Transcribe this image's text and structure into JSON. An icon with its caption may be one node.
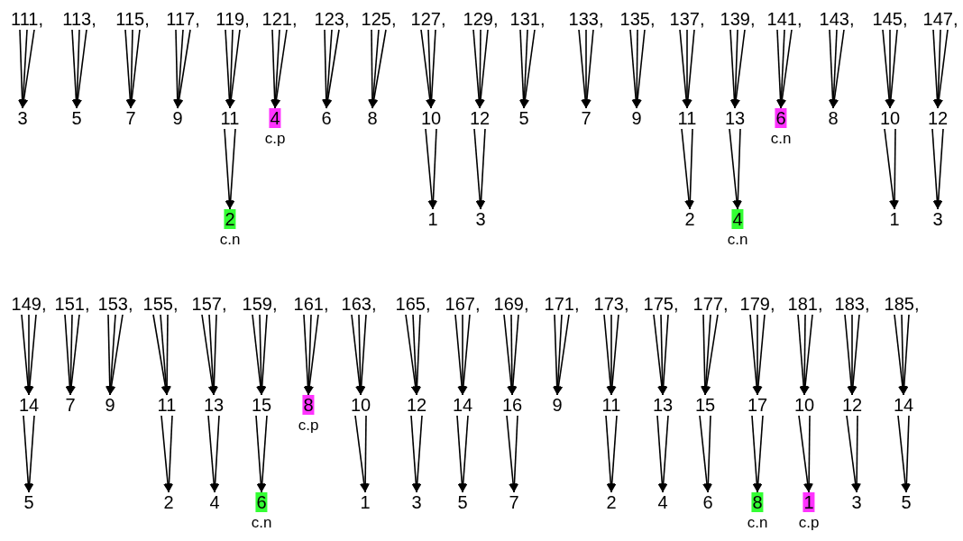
{
  "diagram": {
    "nodes": [
      {
        "text": [
          "111,"
        ]
      },
      {
        "text": [
          "113,"
        ]
      },
      {
        "text": [
          "115,"
        ]
      },
      {
        "text": [
          "117,"
        ]
      },
      {
        "text": [
          "119,"
        ]
      },
      {
        "text": [
          "121,"
        ]
      },
      {
        "text": [
          "123,"
        ]
      },
      {
        "text": [
          "125,"
        ]
      },
      {
        "text": [
          "127,"
        ]
      },
      {
        "text": [
          "129,"
        ]
      },
      {
        "text": [
          "131,"
        ]
      },
      {
        "text": [
          "133,"
        ]
      },
      {
        "text": [
          "135,"
        ]
      },
      {
        "text": [
          "137,"
        ]
      },
      {
        "text": [
          "139,"
        ]
      },
      {
        "text": [
          "141,"
        ]
      },
      {
        "text": [
          "143,"
        ]
      },
      {
        "text": [
          "145,"
        ]
      },
      {
        "text": [
          "147,"
        ]
      },
      {
        "text": [
          "3"
        ]
      },
      {
        "text": [
          "5"
        ]
      },
      {
        "text": [
          "7"
        ]
      },
      {
        "text": [
          "9"
        ]
      },
      {
        "text": [
          "11"
        ]
      },
      {
        "text": [
          "4"
        ],
        "beside": [
          "c.p"
        ]
      },
      {
        "text": [
          "6"
        ]
      },
      {
        "text": [
          "8"
        ]
      },
      {
        "text": [
          "10"
        ]
      },
      {
        "text": [
          "12"
        ]
      },
      {
        "text": [
          "5"
        ]
      },
      {
        "text": [
          "7"
        ]
      },
      {
        "text": [
          "9"
        ]
      },
      {
        "text": [
          "11"
        ]
      },
      {
        "text": [
          "13"
        ]
      },
      {
        "text": [
          "6"
        ],
        "beside": [
          "c.n"
        ]
      },
      {
        "text": [
          "8"
        ]
      },
      {
        "text": [
          "10"
        ]
      },
      {
        "text": [
          "12"
        ]
      },
      {
        "text": [
          "2"
        ],
        "beside": [
          "c.n"
        ]
      },
      {
        "text": [
          "1"
        ]
      },
      {
        "text": [
          "3"
        ]
      },
      {
        "text": [
          "2"
        ]
      },
      {
        "text": [
          "4"
        ],
        "beside": [
          "c.n"
        ]
      },
      {
        "text": [
          "1"
        ]
      },
      {
        "text": [
          "3"
        ]
      },
      {
        "text": [
          "149,"
        ]
      },
      {
        "text": [
          "151,"
        ]
      },
      {
        "text": [
          "153,"
        ]
      },
      {
        "text": [
          "155,"
        ]
      },
      {
        "text": [
          "157,"
        ]
      },
      {
        "text": [
          "159,"
        ]
      },
      {
        "text": [
          "161,"
        ]
      },
      {
        "text": [
          "163,"
        ]
      },
      {
        "text": [
          "165,"
        ]
      },
      {
        "text": [
          "167,"
        ]
      },
      {
        "text": [
          "169,"
        ]
      },
      {
        "text": [
          "171,"
        ]
      },
      {
        "text": [
          "173,"
        ]
      },
      {
        "text": [
          "175,"
        ]
      },
      {
        "text": [
          "177,"
        ]
      },
      {
        "text": [
          "179,"
        ]
      },
      {
        "text": [
          "181,"
        ]
      },
      {
        "text": [
          "183,"
        ]
      },
      {
        "text": [
          "185,"
        ]
      },
      {
        "text": [
          "14"
        ]
      },
      {
        "text": [
          "7"
        ]
      },
      {
        "text": [
          "9"
        ]
      },
      {
        "text": [
          "11"
        ]
      },
      {
        "text": [
          "13"
        ]
      },
      {
        "text": [
          "15"
        ]
      },
      {
        "text": [
          "8"
        ],
        "beside": [
          "c.p"
        ]
      },
      {
        "text": [
          "10"
        ]
      },
      {
        "text": [
          "12"
        ]
      },
      {
        "text": [
          "14"
        ]
      },
      {
        "text": [
          "16"
        ]
      },
      {
        "text": [
          "9"
        ]
      },
      {
        "text": [
          "11"
        ]
      },
      {
        "text": [
          "13"
        ]
      },
      {
        "text": [
          "15"
        ]
      },
      {
        "text": [
          "17"
        ]
      },
      {
        "text": [
          "10"
        ]
      },
      {
        "text": [
          "12"
        ]
      },
      {
        "text": [
          "14"
        ]
      },
      {
        "text": [
          "5"
        ]
      },
      {
        "text": [
          "2"
        ]
      },
      {
        "text": [
          "4"
        ]
      },
      {
        "text": [
          "6"
        ],
        "beside": [
          "c.n"
        ]
      },
      {
        "text": [
          "1"
        ]
      },
      {
        "text": [
          "3"
        ]
      },
      {
        "text": [
          "5"
        ]
      },
      {
        "text": [
          "7"
        ]
      },
      {
        "text": [
          "2"
        ]
      },
      {
        "text": [
          "4"
        ]
      },
      {
        "text": [
          "6"
        ]
      },
      {
        "text": [
          "8"
        ],
        "beside": [
          "c.n"
        ]
      },
      {
        "text": [
          "1"
        ],
        "beside": [
          "c.p"
        ]
      },
      {
        "text": [
          "3"
        ]
      },
      {
        "text": [
          "5"
        ]
      }
    ],
    "edges": [
      {
        "from": 0,
        "to": 19,
        "arrow": "to"
      },
      {
        "from": 0,
        "to": 19,
        "arrow": "to"
      },
      {
        "from": 0,
        "to": 19,
        "arrow": "to"
      },
      {
        "from": 1,
        "to": 20,
        "arrow": "to"
      },
      {
        "from": 1,
        "to": 20,
        "arrow": "to"
      },
      {
        "from": 1,
        "to": 20,
        "arrow": "to"
      },
      {
        "from": 2,
        "to": 21,
        "arrow": "to"
      },
      {
        "from": 2,
        "to": 21,
        "arrow": "to"
      },
      {
        "from": 2,
        "to": 21,
        "arrow": "to"
      },
      {
        "from": 3,
        "to": 22,
        "arrow": "to"
      },
      {
        "from": 3,
        "to": 22,
        "arrow": "to"
      },
      {
        "from": 3,
        "to": 22,
        "arrow": "to"
      },
      {
        "from": 4,
        "to": 23,
        "arrow": "to"
      },
      {
        "from": 4,
        "to": 23,
        "arrow": "to"
      },
      {
        "from": 4,
        "to": 23,
        "arrow": "to"
      },
      {
        "from": 5,
        "to": 24,
        "arrow": "to"
      },
      {
        "from": 5,
        "to": 24,
        "arrow": "to"
      },
      {
        "from": 5,
        "to": 24,
        "arrow": "to"
      },
      {
        "from": 6,
        "to": 25,
        "arrow": "to"
      },
      {
        "from": 6,
        "to": 25,
        "arrow": "to"
      },
      {
        "from": 6,
        "to": 25,
        "arrow": "to"
      },
      {
        "from": 7,
        "to": 26,
        "arrow": "to"
      },
      {
        "from": 7,
        "to": 26,
        "arrow": "to"
      },
      {
        "from": 7,
        "to": 26,
        "arrow": "to"
      },
      {
        "from": 8,
        "to": 27,
        "arrow": "to"
      },
      {
        "from": 8,
        "to": 27,
        "arrow": "to"
      },
      {
        "from": 8,
        "to": 27,
        "arrow": "to"
      },
      {
        "from": 9,
        "to": 28,
        "arrow": "to"
      },
      {
        "from": 9,
        "to": 28,
        "arrow": "to"
      },
      {
        "from": 9,
        "to": 28,
        "arrow": "to"
      },
      {
        "from": 10,
        "to": 29,
        "arrow": "to"
      },
      {
        "from": 10,
        "to": 29,
        "arrow": "to"
      },
      {
        "from": 10,
        "to": 29,
        "arrow": "to"
      },
      {
        "from": 11,
        "to": 30,
        "arrow": "to"
      },
      {
        "from": 11,
        "to": 30,
        "arrow": "to"
      },
      {
        "from": 11,
        "to": 30,
        "arrow": "to"
      },
      {
        "from": 12,
        "to": 31,
        "arrow": "to"
      },
      {
        "from": 12,
        "to": 31,
        "arrow": "to"
      },
      {
        "from": 12,
        "to": 31,
        "arrow": "to"
      },
      {
        "from": 13,
        "to": 32,
        "arrow": "to"
      },
      {
        "from": 13,
        "to": 32,
        "arrow": "to"
      },
      {
        "from": 13,
        "to": 32,
        "arrow": "to"
      },
      {
        "from": 14,
        "to": 33,
        "arrow": "to"
      },
      {
        "from": 14,
        "to": 33,
        "arrow": "to"
      },
      {
        "from": 14,
        "to": 33,
        "arrow": "to"
      },
      {
        "from": 15,
        "to": 34,
        "arrow": "to"
      },
      {
        "from": 15,
        "to": 34,
        "arrow": "to"
      },
      {
        "from": 15,
        "to": 34,
        "arrow": "to"
      },
      {
        "from": 16,
        "to": 35,
        "arrow": "to"
      },
      {
        "from": 16,
        "to": 35,
        "arrow": "to"
      },
      {
        "from": 16,
        "to": 35,
        "arrow": "to"
      },
      {
        "from": 17,
        "to": 36,
        "arrow": "to"
      },
      {
        "from": 17,
        "to": 36,
        "arrow": "to"
      },
      {
        "from": 17,
        "to": 36,
        "arrow": "to"
      },
      {
        "from": 18,
        "to": 37,
        "arrow": "to"
      },
      {
        "from": 18,
        "to": 37,
        "arrow": "to"
      },
      {
        "from": 18,
        "to": 37,
        "arrow": "to"
      },
      {
        "from": 23,
        "to": 38,
        "arrow": "to"
      },
      {
        "from": 23,
        "to": 38,
        "arrow": "to"
      },
      {
        "from": 27,
        "to": 39,
        "arrow": "to"
      },
      {
        "from": 27,
        "to": 39,
        "arrow": "to"
      },
      {
        "from": 28,
        "to": 40,
        "arrow": "to"
      },
      {
        "from": 28,
        "to": 40,
        "arrow": "to"
      },
      {
        "from": 32,
        "to": 41,
        "arrow": "to"
      },
      {
        "from": 32,
        "to": 41,
        "arrow": "to"
      },
      {
        "from": 33,
        "to": 42,
        "arrow": "to"
      },
      {
        "from": 33,
        "to": 42,
        "arrow": "to"
      },
      {
        "from": 36,
        "to": 43,
        "arrow": "to"
      },
      {
        "from": 36,
        "to": 43,
        "arrow": "to"
      },
      {
        "from": 37,
        "to": 44,
        "arrow": "to"
      },
      {
        "from": 37,
        "to": 44,
        "arrow": "to"
      },
      {
        "from": 45,
        "to": 64,
        "arrow": "to"
      },
      {
        "from": 45,
        "to": 64,
        "arrow": "to"
      },
      {
        "from": 45,
        "to": 64,
        "arrow": "to"
      },
      {
        "from": 46,
        "to": 65,
        "arrow": "to"
      },
      {
        "from": 46,
        "to": 65,
        "arrow": "to"
      },
      {
        "from": 46,
        "to": 65,
        "arrow": "to"
      },
      {
        "from": 47,
        "to": 66,
        "arrow": "to"
      },
      {
        "from": 47,
        "to": 66,
        "arrow": "to"
      },
      {
        "from": 47,
        "to": 66,
        "arrow": "to"
      },
      {
        "from": 48,
        "to": 67,
        "arrow": "to"
      },
      {
        "from": 48,
        "to": 67,
        "arrow": "to"
      },
      {
        "from": 48,
        "to": 67,
        "arrow": "to"
      },
      {
        "from": 49,
        "to": 68,
        "arrow": "to"
      },
      {
        "from": 49,
        "to": 68,
        "arrow": "to"
      },
      {
        "from": 49,
        "to": 68,
        "arrow": "to"
      },
      {
        "from": 50,
        "to": 69,
        "arrow": "to"
      },
      {
        "from": 50,
        "to": 69,
        "arrow": "to"
      },
      {
        "from": 50,
        "to": 69,
        "arrow": "to"
      },
      {
        "from": 51,
        "to": 70,
        "arrow": "to"
      },
      {
        "from": 51,
        "to": 70,
        "arrow": "to"
      },
      {
        "from": 51,
        "to": 70,
        "arrow": "to"
      },
      {
        "from": 52,
        "to": 71,
        "arrow": "to"
      },
      {
        "from": 52,
        "to": 71,
        "arrow": "to"
      },
      {
        "from": 52,
        "to": 71,
        "arrow": "to"
      },
      {
        "from": 53,
        "to": 72,
        "arrow": "to"
      },
      {
        "from": 53,
        "to": 72,
        "arrow": "to"
      },
      {
        "from": 53,
        "to": 72,
        "arrow": "to"
      },
      {
        "from": 54,
        "to": 73,
        "arrow": "to"
      },
      {
        "from": 54,
        "to": 73,
        "arrow": "to"
      },
      {
        "from": 54,
        "to": 73,
        "arrow": "to"
      },
      {
        "from": 55,
        "to": 74,
        "arrow": "to"
      },
      {
        "from": 55,
        "to": 74,
        "arrow": "to"
      },
      {
        "from": 55,
        "to": 74,
        "arrow": "to"
      },
      {
        "from": 56,
        "to": 75,
        "arrow": "to"
      },
      {
        "from": 56,
        "to": 75,
        "arrow": "to"
      },
      {
        "from": 56,
        "to": 75,
        "arrow": "to"
      },
      {
        "from": 57,
        "to": 76,
        "arrow": "to"
      },
      {
        "from": 57,
        "to": 76,
        "arrow": "to"
      },
      {
        "from": 57,
        "to": 76,
        "arrow": "to"
      },
      {
        "from": 58,
        "to": 77,
        "arrow": "to"
      },
      {
        "from": 58,
        "to": 77,
        "arrow": "to"
      },
      {
        "from": 58,
        "to": 77,
        "arrow": "to"
      },
      {
        "from": 59,
        "to": 78,
        "arrow": "to"
      },
      {
        "from": 59,
        "to": 78,
        "arrow": "to"
      },
      {
        "from": 59,
        "to": 78,
        "arrow": "to"
      },
      {
        "from": 60,
        "to": 79,
        "arrow": "to"
      },
      {
        "from": 60,
        "to": 79,
        "arrow": "to"
      },
      {
        "from": 60,
        "to": 79,
        "arrow": "to"
      },
      {
        "from": 61,
        "to": 80,
        "arrow": "to"
      },
      {
        "from": 61,
        "to": 80,
        "arrow": "to"
      },
      {
        "from": 61,
        "to": 80,
        "arrow": "to"
      },
      {
        "from": 62,
        "to": 81,
        "arrow": "to"
      },
      {
        "from": 62,
        "to": 81,
        "arrow": "to"
      },
      {
        "from": 62,
        "to": 81,
        "arrow": "to"
      },
      {
        "from": 63,
        "to": 82,
        "arrow": "to"
      },
      {
        "from": 63,
        "to": 82,
        "arrow": "to"
      },
      {
        "from": 63,
        "to": 82,
        "arrow": "to"
      },
      {
        "from": 64,
        "to": 83,
        "arrow": "to"
      },
      {
        "from": 64,
        "to": 83,
        "arrow": "to"
      },
      {
        "from": 67,
        "to": 84,
        "arrow": "to"
      },
      {
        "from": 67,
        "to": 84,
        "arrow": "to"
      },
      {
        "from": 68,
        "to": 85,
        "arrow": "to"
      },
      {
        "from": 68,
        "to": 85,
        "arrow": "to"
      },
      {
        "from": 69,
        "to": 86,
        "arrow": "to"
      },
      {
        "from": 69,
        "to": 86,
        "arrow": "to"
      },
      {
        "from": 71,
        "to": 87,
        "arrow": "to"
      },
      {
        "from": 71,
        "to": 87,
        "arrow": "to"
      },
      {
        "from": 72,
        "to": 88,
        "arrow": "to"
      },
      {
        "from": 72,
        "to": 88,
        "arrow": "to"
      },
      {
        "from": 73,
        "to": 89,
        "arrow": "to"
      },
      {
        "from": 73,
        "to": 89,
        "arrow": "to"
      },
      {
        "from": 74,
        "to": 90,
        "arrow": "to"
      },
      {
        "from": 74,
        "to": 90,
        "arrow": "to"
      },
      {
        "from": 76,
        "to": 91,
        "arrow": "to"
      },
      {
        "from": 76,
        "to": 91,
        "arrow": "to"
      },
      {
        "from": 77,
        "to": 92,
        "arrow": "to"
      },
      {
        "from": 77,
        "to": 92,
        "arrow": "to"
      },
      {
        "from": 78,
        "to": 93,
        "arrow": "to"
      },
      {
        "from": 78,
        "to": 93,
        "arrow": "to"
      },
      {
        "from": 79,
        "to": 94,
        "arrow": "to"
      },
      {
        "from": 79,
        "to": 94,
        "arrow": "to"
      },
      {
        "from": 80,
        "to": 95,
        "arrow": "to"
      },
      {
        "from": 80,
        "to": 95,
        "arrow": "to"
      },
      {
        "from": 81,
        "to": 96,
        "arrow": "to"
      },
      {
        "from": 81,
        "to": 96,
        "arrow": "to"
      },
      {
        "from": 82,
        "to": 97,
        "arrow": "to"
      },
      {
        "from": 82,
        "to": 97,
        "arrow": "to"
      }
    ]
  }
}
